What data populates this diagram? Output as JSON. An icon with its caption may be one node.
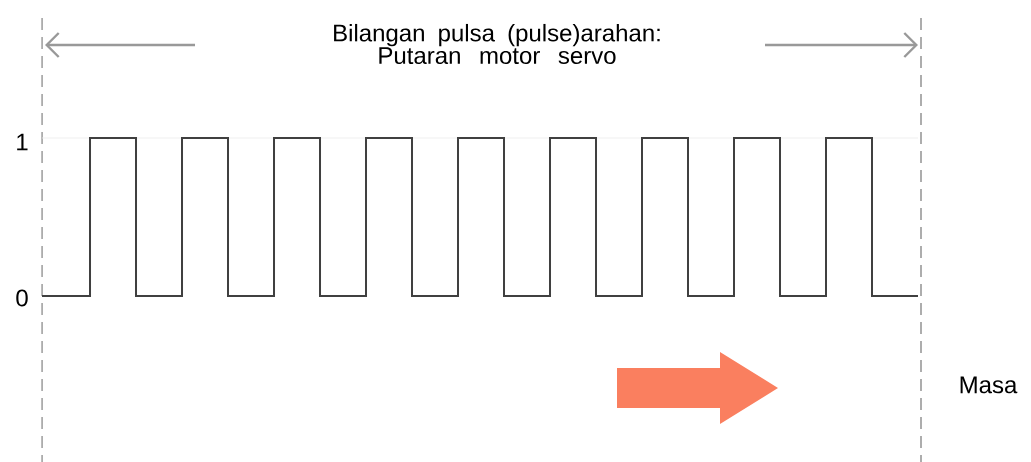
{
  "diagram": {
    "labels": [
      "Bilangan pulsa (pulse)arahan: Putaran motor servo",
      "1",
      "0",
      "Masa"
    ]
  }
}
